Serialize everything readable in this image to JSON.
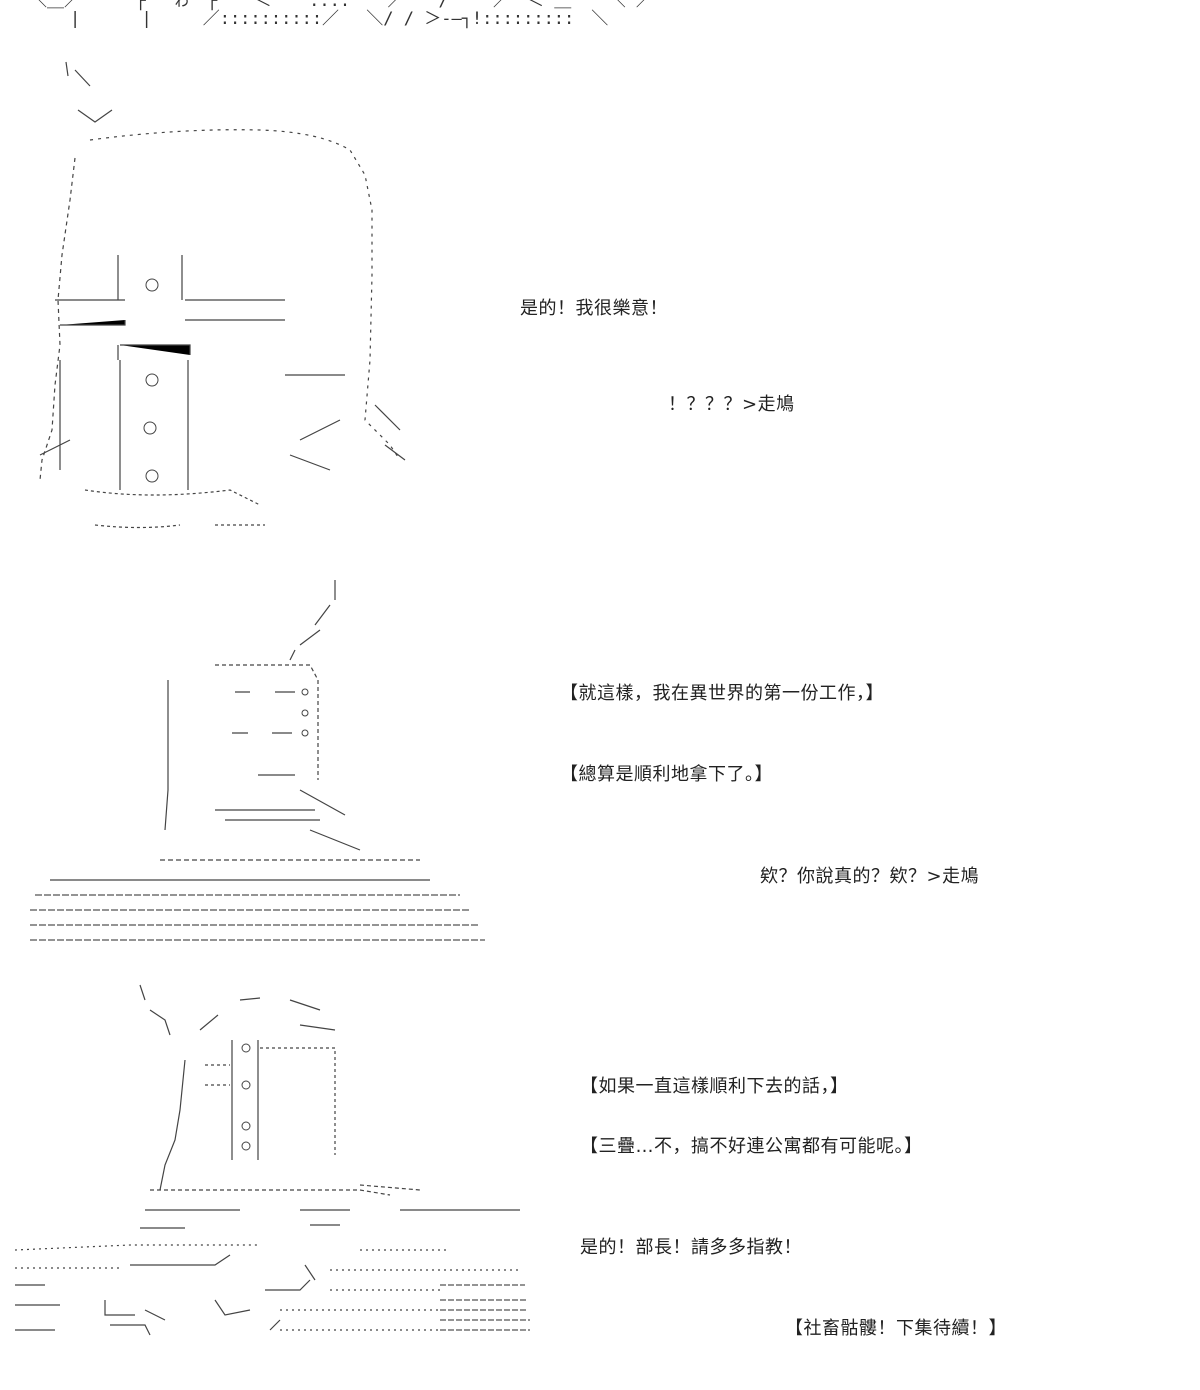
{
  "dialogue": {
    "line1": "是的！我很樂意！",
    "line2": "！？？？>走鳩",
    "line3": "【就這樣，我在異世界的第一份工作，】",
    "line4": "【總算是順利地拿下了。】",
    "line5": "欸？你說真的？欸？>走鳩",
    "line6": "【如果一直這樣順利下去的話，】",
    "line7": "【三疊…不，搞不好連公寓都有可能呢。】",
    "line8": "是的！部長！請多多指教！",
    "line9": "【社畜骷髏！下集待續！】"
  }
}
